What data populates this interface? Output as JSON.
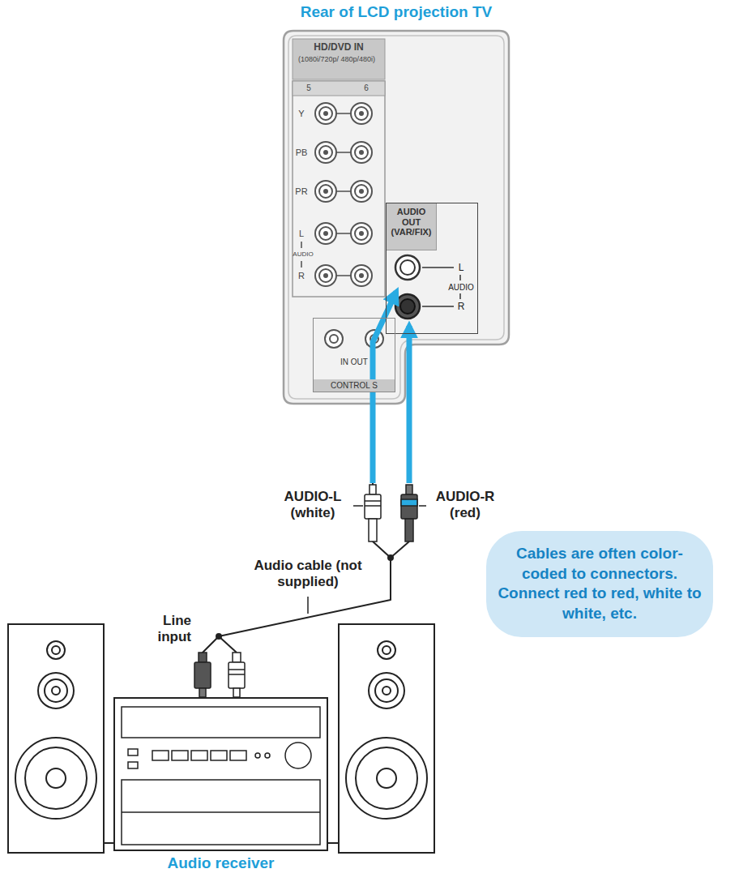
{
  "diagram": {
    "nodes": [
      {
        "text": [
          "Rear of LCD projection TV"
        ]
      },
      {
        "text": [
          "AUDIO OUT (VAR/FIX)",
          "L",
          "AUDIO",
          "R"
        ],
        "in": 0
      },
      {
        "text": [
          "IN OUT",
          "CONTROL S"
        ],
        "in": 0
      },
      {
        "text": [
          "Cables are often color-coded to connectors. Connect red to red, white to white, etc."
        ]
      },
      {
        "text": [
          "Audio receiver"
        ]
      }
    ],
    "edges": [
      {
        "from": 4,
        "to": 1,
        "arrow": "to",
        "label": "Audio cable (not supplied)"
      }
    ],
    "labels": [
      "HD/DVD IN",
      "(1080i/720p/ 480p/480i)",
      "5",
      "6",
      "Y",
      "PB",
      "PR",
      "L",
      "AUDIO",
      "R",
      "AUDIO-L (white)",
      "AUDIO-R (red)",
      "Line input"
    ]
  }
}
